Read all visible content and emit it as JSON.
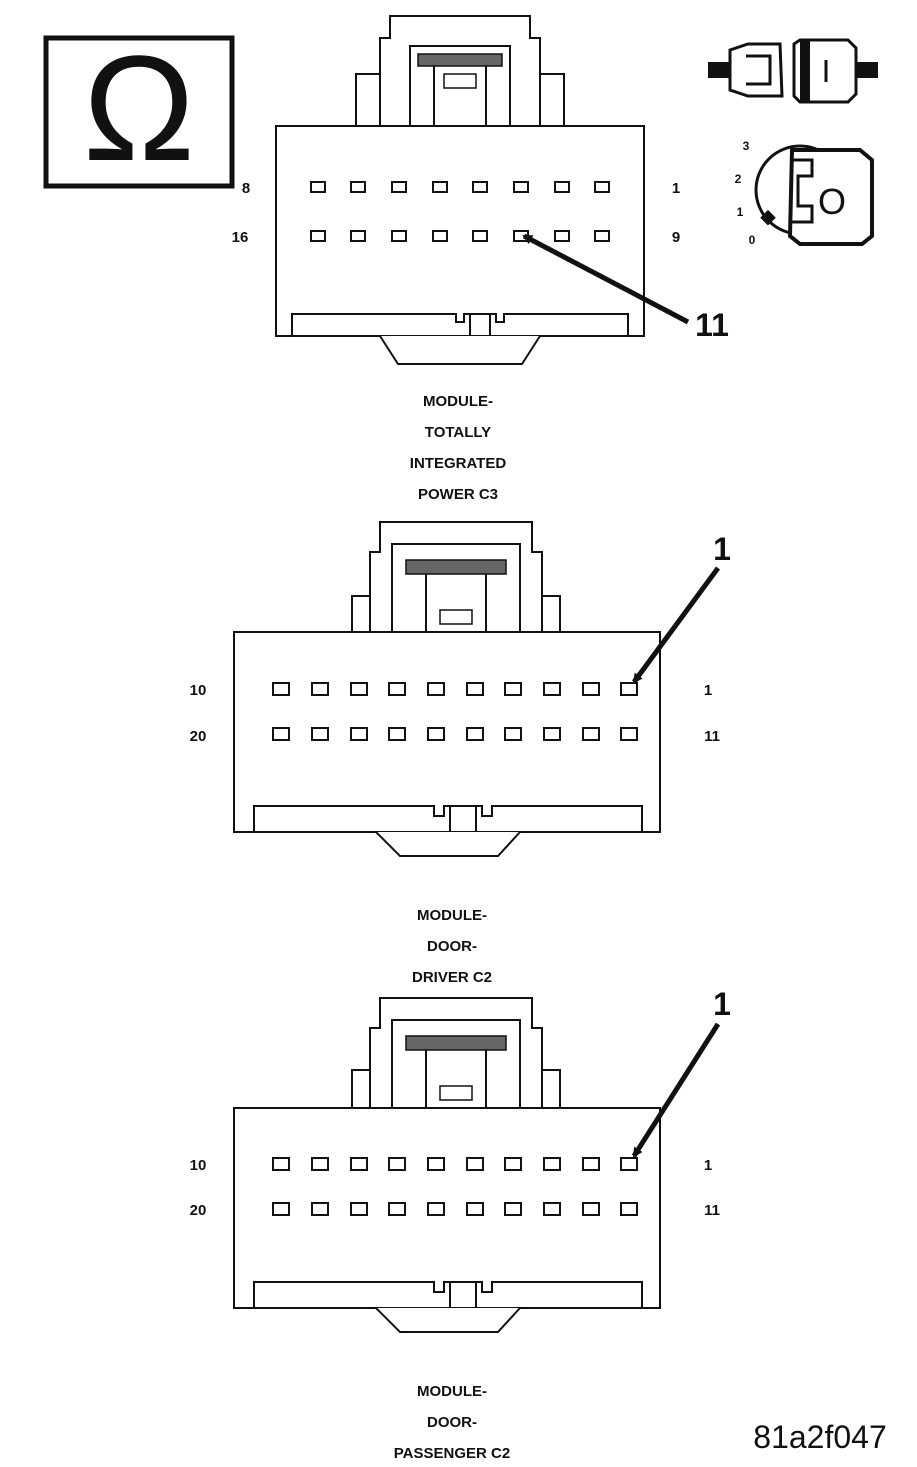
{
  "legend": {
    "ohm_symbol": "Ω",
    "ignition_positions": [
      "3",
      "2",
      "1",
      "0"
    ],
    "key_marking": "O"
  },
  "connectors": [
    {
      "pins_top_left": "8",
      "pins_top_right": "1",
      "pins_bottom_left": "16",
      "pins_bottom_right": "9",
      "callout": "11",
      "caption": [
        "MODULE-",
        "TOTALLY",
        "INTEGRATED",
        "POWER C3"
      ]
    },
    {
      "pins_top_left": "10",
      "pins_top_right": "1",
      "pins_bottom_left": "20",
      "pins_bottom_right": "11",
      "callout": "1",
      "caption": [
        "MODULE-",
        "DOOR-",
        "DRIVER C2"
      ]
    },
    {
      "pins_top_left": "10",
      "pins_top_right": "1",
      "pins_bottom_left": "20",
      "pins_bottom_right": "11",
      "callout": "1",
      "caption": [
        "MODULE-",
        "DOOR-",
        "PASSENGER C2"
      ]
    }
  ],
  "figure_code": "81a2f047"
}
